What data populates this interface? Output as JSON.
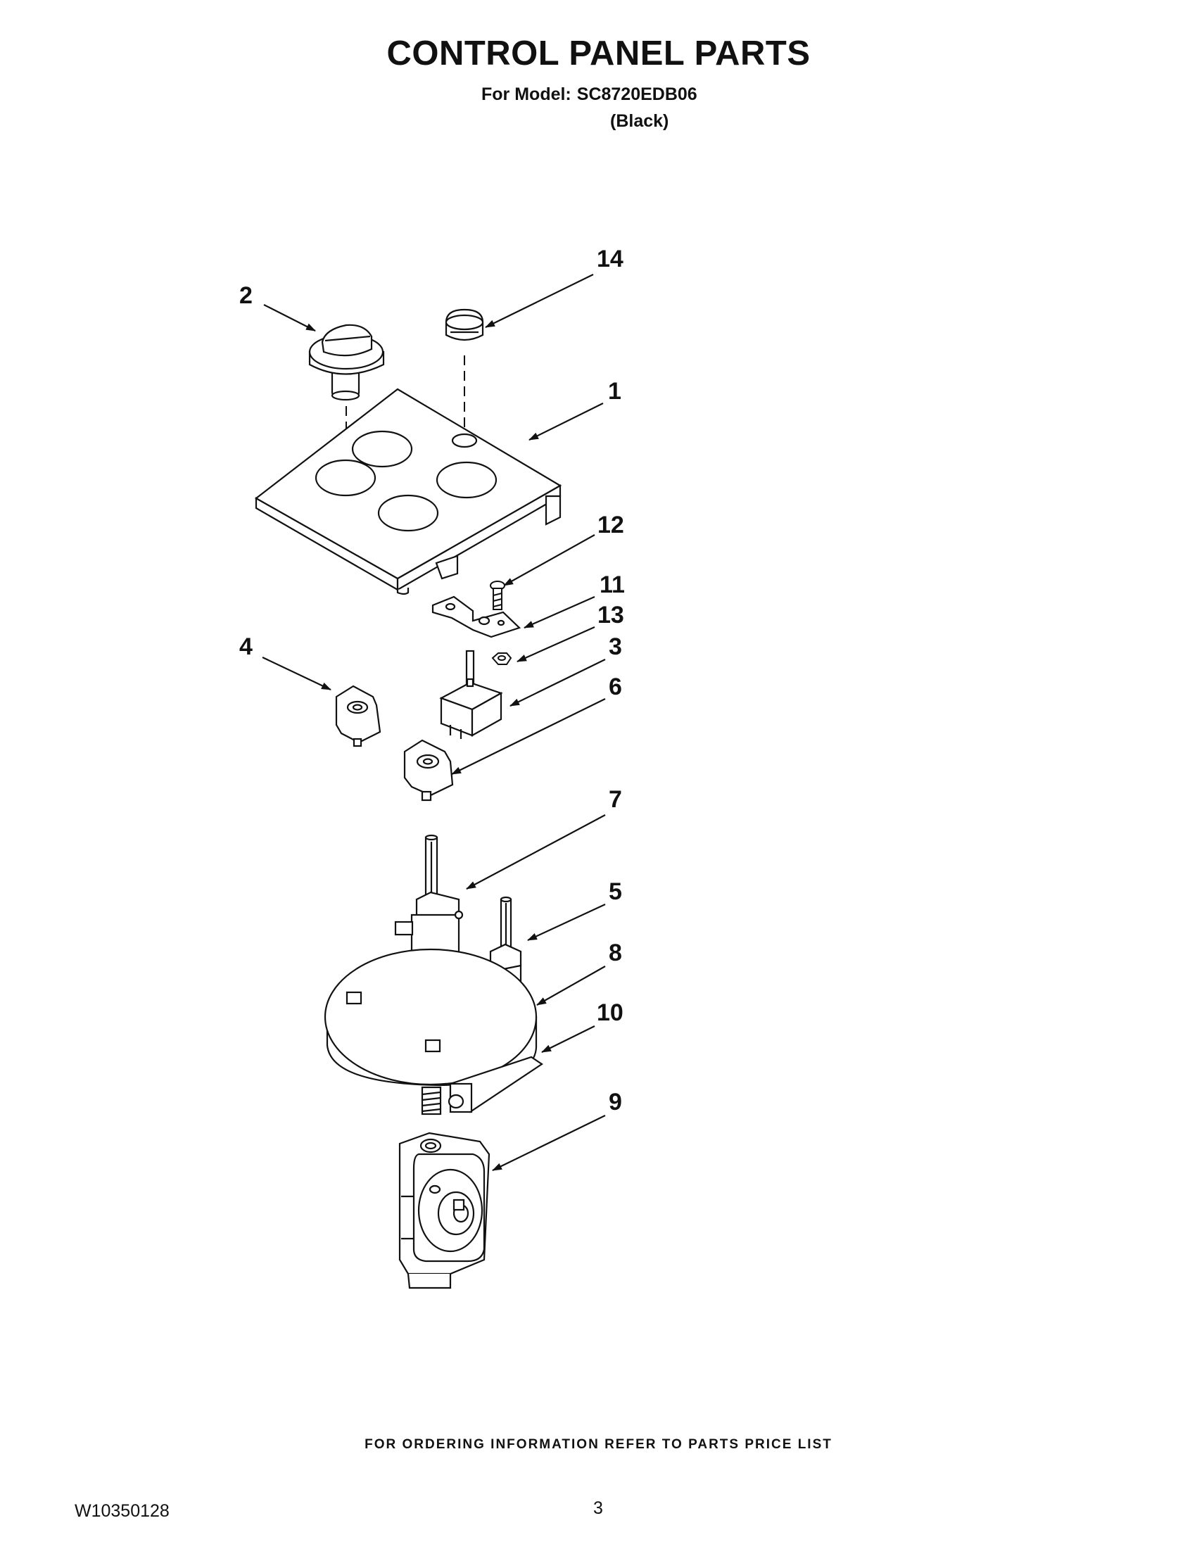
{
  "header": {
    "title": "CONTROL PANEL PARTS",
    "model_label": "For Model:",
    "model_number": "SC8720EDB06",
    "color": "(Black)"
  },
  "callouts": [
    "1",
    "2",
    "3",
    "4",
    "5",
    "6",
    "7",
    "8",
    "9",
    "10",
    "11",
    "12",
    "13",
    "14"
  ],
  "footer": {
    "note": "FOR ORDERING INFORMATION REFER TO PARTS PRICE LIST",
    "document_number": "W10350128",
    "page_number": "3"
  }
}
